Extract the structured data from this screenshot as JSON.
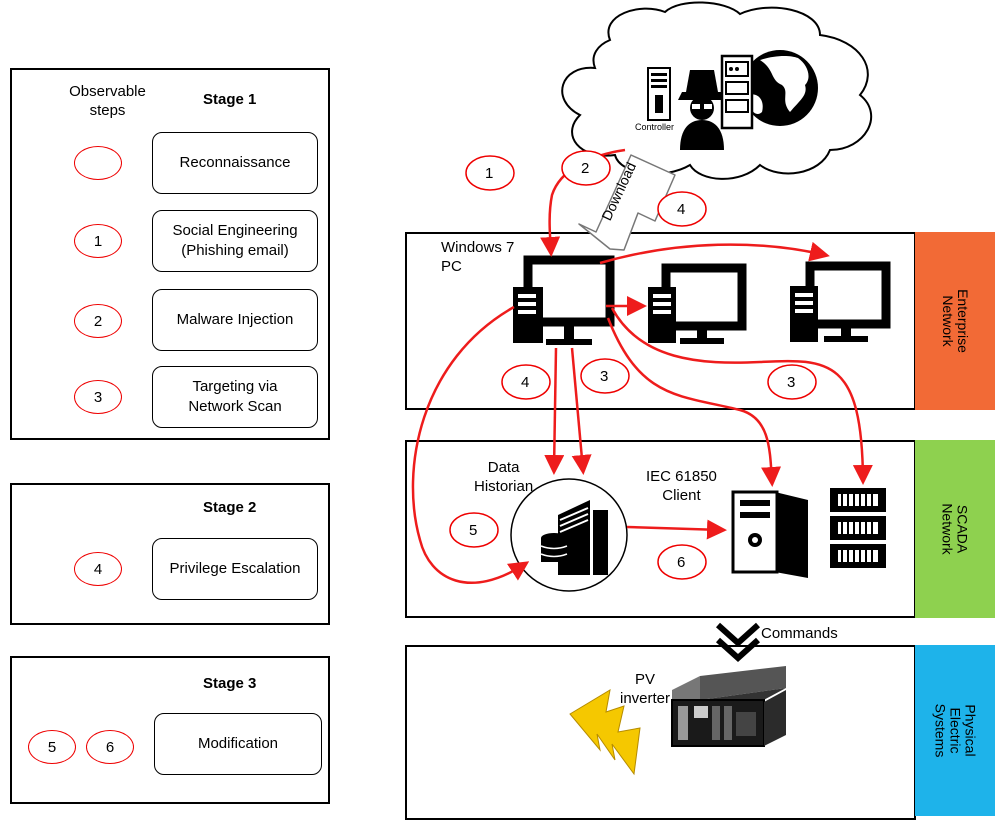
{
  "colors": {
    "red": "#ee1c1c",
    "enterprise": "#f26a36",
    "scada": "#8ed14f",
    "physical": "#1eb3ea",
    "lightning": "#f5c800"
  },
  "left_panel": {
    "stage1": {
      "header": "Observable\nsteps",
      "title": "Stage 1",
      "rows": [
        {
          "step": "",
          "label": "Reconnaissance"
        },
        {
          "step": "1",
          "label": "Social Engineering\n(Phishing email)"
        },
        {
          "step": "2",
          "label": "Malware Injection"
        },
        {
          "step": "3",
          "label": "Targeting via\nNetwork Scan"
        }
      ]
    },
    "stage2": {
      "title": "Stage 2",
      "rows": [
        {
          "step": "4",
          "label": "Privilege Escalation"
        }
      ]
    },
    "stage3": {
      "title": "Stage 3",
      "steps": [
        "5",
        "6"
      ],
      "label": "Modification"
    }
  },
  "right_panel": {
    "cloud": {
      "controller_label": "Controller",
      "download_label": "Download"
    },
    "enterprise": {
      "side_label": "Enterprise\nNetwork",
      "pc_label": "Windows 7\nPC"
    },
    "scada": {
      "side_label": "SCADA\nNetwork",
      "historian_label": "Data\nHistorian",
      "client_label": "IEC 61850\nClient"
    },
    "commands_label": "Commands",
    "physical": {
      "side_label": "Physical\nElectric\nSystems",
      "inverter_label": "PV\ninverter"
    },
    "step_markers": [
      "1",
      "2",
      "4",
      "4",
      "3",
      "3",
      "5",
      "6"
    ]
  }
}
